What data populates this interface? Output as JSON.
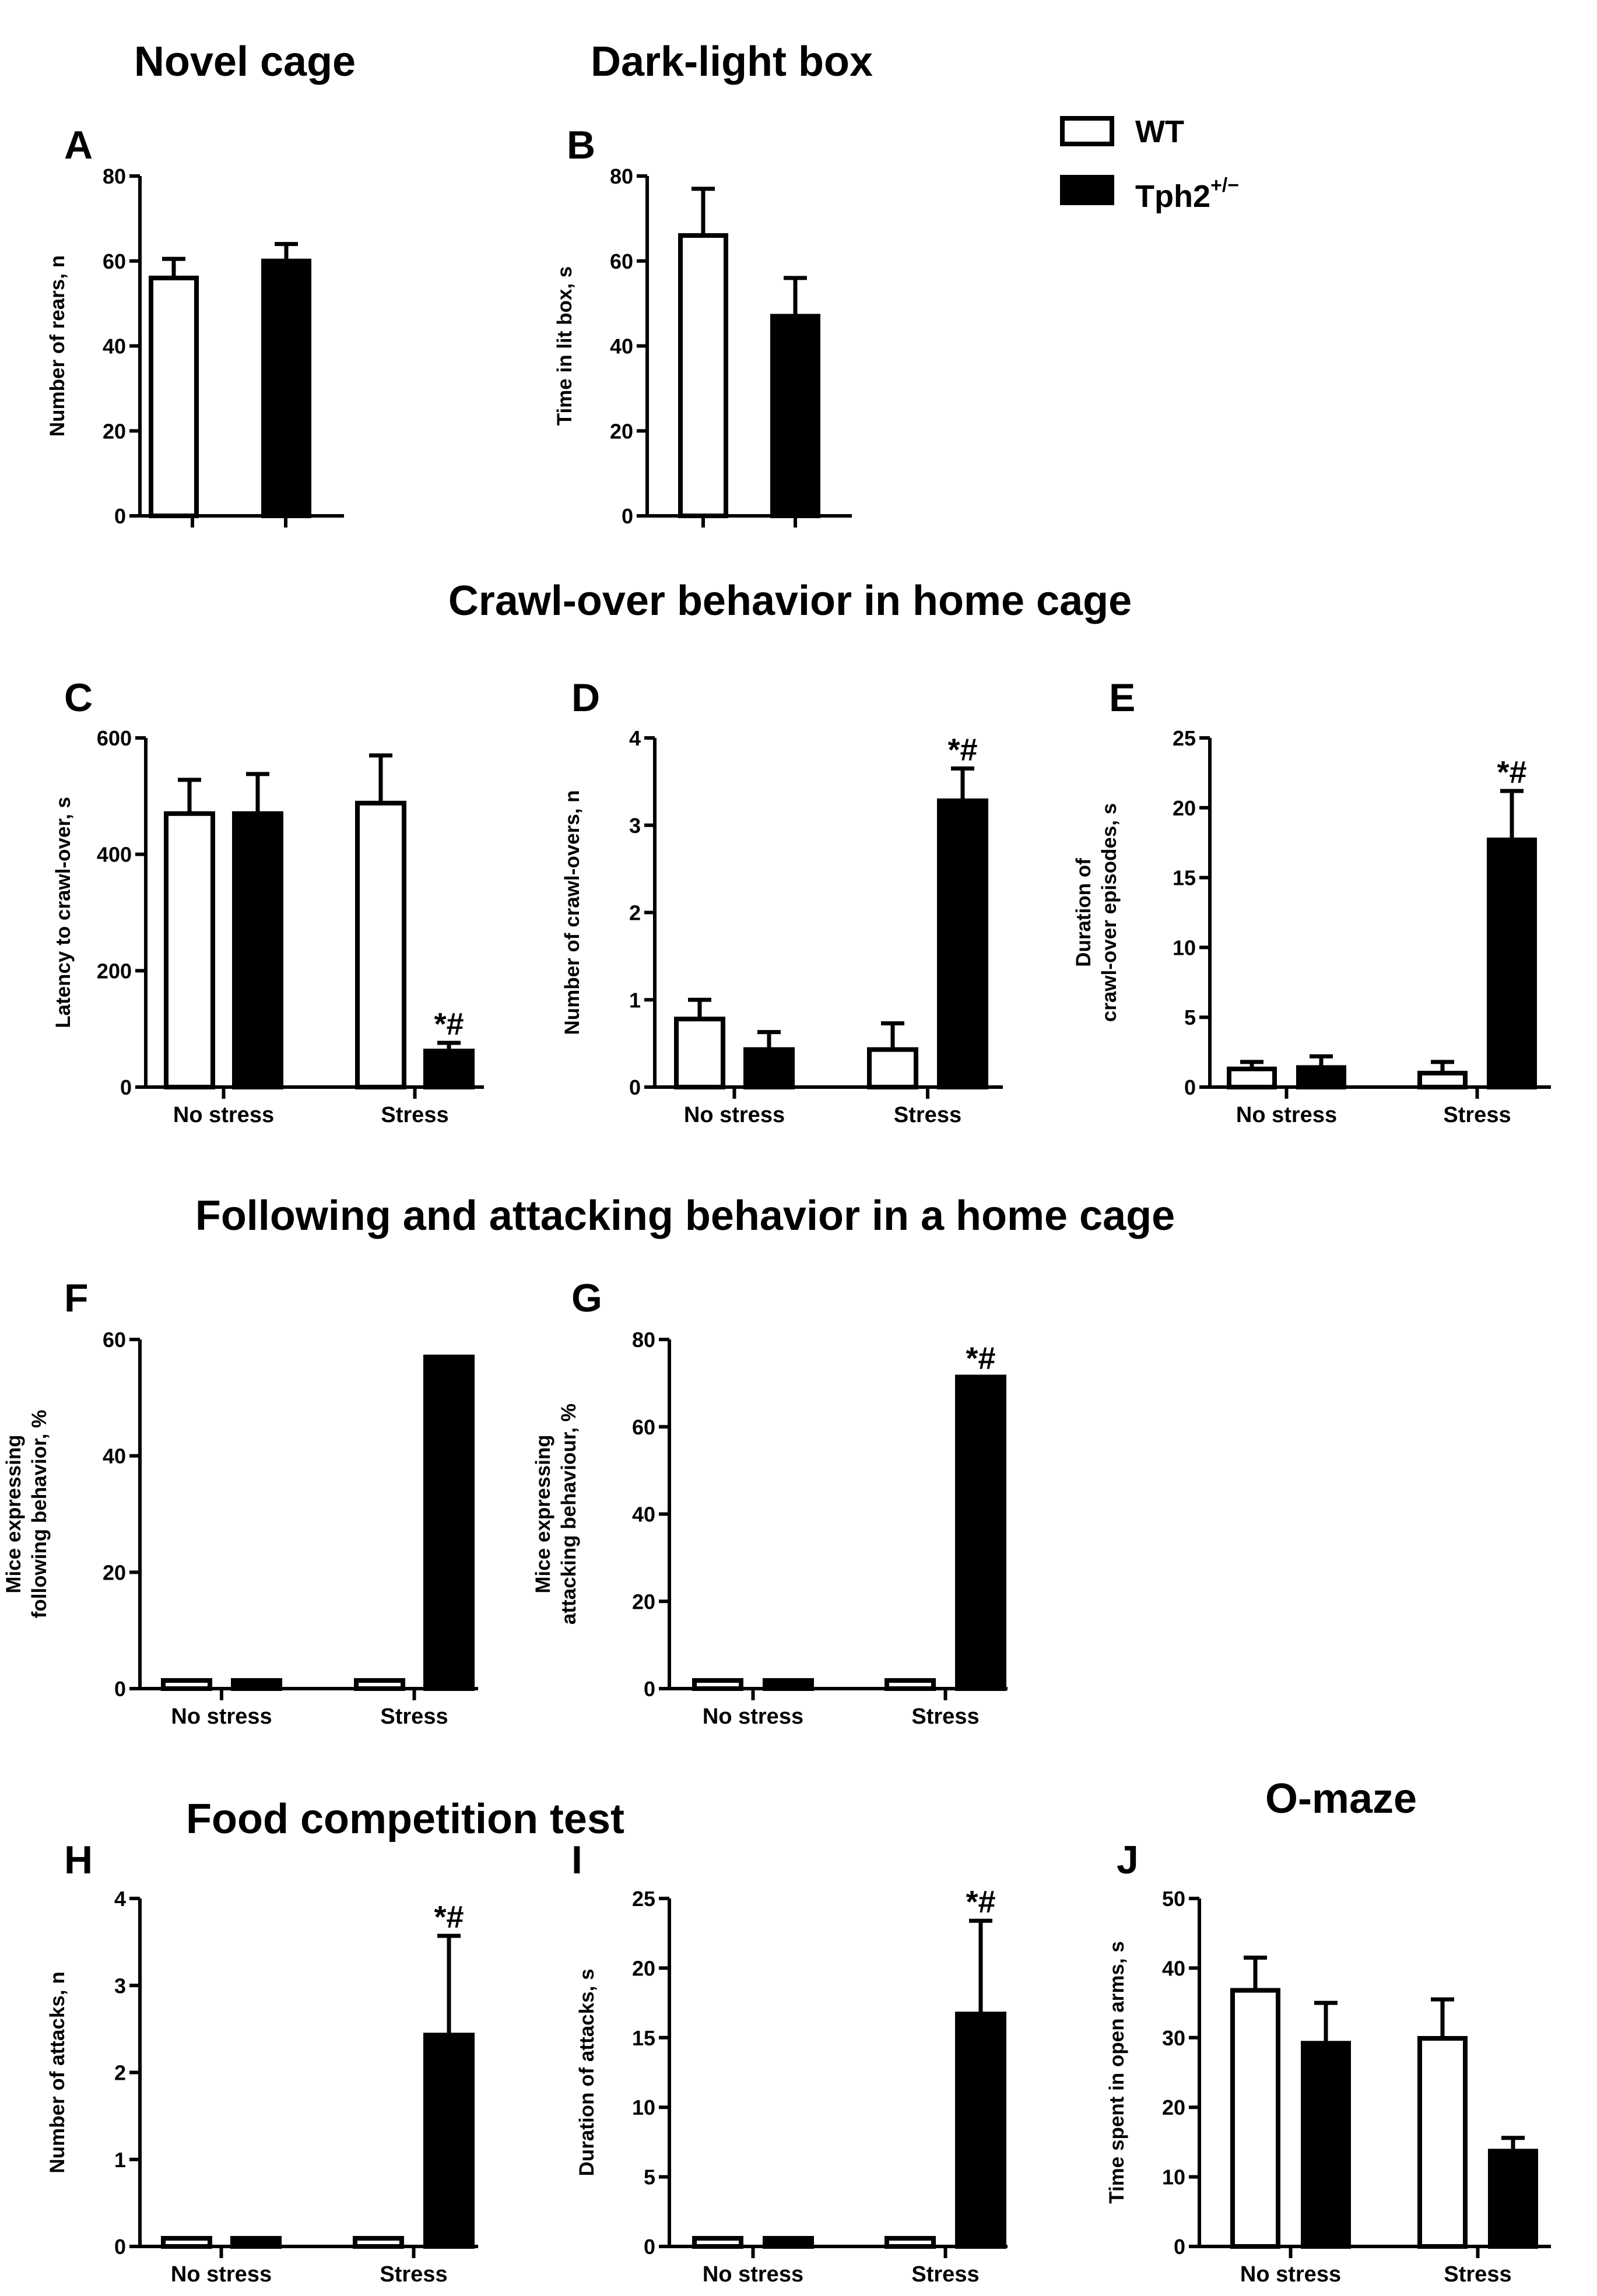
{
  "sections": {
    "novel_cage": "Novel cage",
    "dark_light": "Dark-light box",
    "crawl_over": "Crawl-over behavior in home cage",
    "following": "Following and attacking behavior in a home cage",
    "food": "Food competition test",
    "omaze": "O-maze"
  },
  "legend": {
    "items": [
      {
        "label": "WT",
        "sup": "",
        "color": "#ffffff"
      },
      {
        "label": "Tph2",
        "sup": "+/−",
        "color": "#000000"
      }
    ]
  },
  "chart_data": [
    {
      "id": "A",
      "type": "bar",
      "letter": "A",
      "ylabel": "Number of rears, n",
      "ylim": [
        0,
        80
      ],
      "yticks": [
        0,
        20,
        40,
        60,
        80
      ],
      "categories": [
        ""
      ],
      "series": [
        {
          "name": "WT",
          "values": [
            56
          ],
          "errors": [
            4.5
          ]
        },
        {
          "name": "Tph2+/−",
          "values": [
            60
          ],
          "errors": [
            4
          ]
        }
      ],
      "annotations": []
    },
    {
      "id": "B",
      "type": "bar",
      "letter": "B",
      "ylabel": "Time in lit box, s",
      "ylim": [
        0,
        80
      ],
      "yticks": [
        0,
        20,
        40,
        60,
        80
      ],
      "categories": [
        ""
      ],
      "series": [
        {
          "name": "WT",
          "values": [
            66
          ],
          "errors": [
            11
          ]
        },
        {
          "name": "Tph2+/−",
          "values": [
            47
          ],
          "errors": [
            9
          ]
        }
      ],
      "annotations": []
    },
    {
      "id": "C",
      "type": "bar",
      "letter": "C",
      "ylabel": "Latency to crawl-over, s",
      "ylim": [
        0,
        600
      ],
      "yticks": [
        0,
        200,
        400,
        600
      ],
      "categories": [
        "No stress",
        "Stress"
      ],
      "series": [
        {
          "name": "WT",
          "values": [
            470,
            488
          ],
          "errors": [
            58,
            82
          ]
        },
        {
          "name": "Tph2+/−",
          "values": [
            470,
            62
          ],
          "errors": [
            68,
            14
          ]
        }
      ],
      "annotations": [
        {
          "category": 1,
          "series": 1,
          "text": "*#"
        }
      ]
    },
    {
      "id": "D",
      "type": "bar",
      "letter": "D",
      "ylabel": "Number of crawl-overs, n",
      "ylim": [
        0,
        4
      ],
      "yticks": [
        0,
        1,
        2,
        3,
        4
      ],
      "categories": [
        "No stress",
        "Stress"
      ],
      "series": [
        {
          "name": "WT",
          "values": [
            0.78,
            0.43
          ],
          "errors": [
            0.22,
            0.3
          ]
        },
        {
          "name": "Tph2+/−",
          "values": [
            0.43,
            3.28
          ],
          "errors": [
            0.2,
            0.37
          ]
        }
      ],
      "annotations": [
        {
          "category": 1,
          "series": 1,
          "text": "*#"
        }
      ]
    },
    {
      "id": "E",
      "type": "bar",
      "letter": "E",
      "ylabel": [
        "Duration of",
        "crawl-over episodes, s"
      ],
      "ylim": [
        0,
        25
      ],
      "yticks": [
        0,
        5,
        10,
        15,
        20,
        25
      ],
      "categories": [
        "No stress",
        "Stress"
      ],
      "series": [
        {
          "name": "WT",
          "values": [
            1.3,
            1.0
          ],
          "errors": [
            0.5,
            0.8
          ]
        },
        {
          "name": "Tph2+/−",
          "values": [
            1.4,
            17.7
          ],
          "errors": [
            0.8,
            3.5
          ]
        }
      ],
      "annotations": [
        {
          "category": 1,
          "series": 1,
          "text": "*#"
        }
      ]
    },
    {
      "id": "F",
      "type": "bar",
      "letter": "F",
      "ylabel": [
        "Mice expressing",
        "following behavior, %"
      ],
      "ylim": [
        0,
        60
      ],
      "yticks": [
        0,
        20,
        40,
        60
      ],
      "categories": [
        "No stress",
        "Stress"
      ],
      "series": [
        {
          "name": "WT",
          "values": [
            0,
            0
          ],
          "errors": [
            0,
            0
          ]
        },
        {
          "name": "Tph2+/−",
          "values": [
            0,
            57
          ],
          "errors": [
            0,
            0
          ]
        }
      ],
      "annotations": []
    },
    {
      "id": "G",
      "type": "bar",
      "letter": "G",
      "ylabel": [
        "Mice expressing",
        "attacking behaviour, %"
      ],
      "ylim": [
        0,
        80
      ],
      "yticks": [
        0,
        20,
        40,
        60,
        80
      ],
      "categories": [
        "No stress",
        "Stress"
      ],
      "series": [
        {
          "name": "WT",
          "values": [
            0,
            0
          ],
          "errors": [
            0,
            0
          ]
        },
        {
          "name": "Tph2+/−",
          "values": [
            0,
            71.4
          ],
          "errors": [
            0,
            0
          ]
        }
      ],
      "annotations": [
        {
          "category": 1,
          "series": 1,
          "text": "*#"
        }
      ]
    },
    {
      "id": "H",
      "type": "bar",
      "letter": "H",
      "ylabel": "Number of attacks, n",
      "ylim": [
        0,
        4
      ],
      "yticks": [
        0,
        1,
        2,
        3,
        4
      ],
      "categories": [
        "No stress",
        "Stress"
      ],
      "series": [
        {
          "name": "WT",
          "values": [
            0,
            0
          ],
          "errors": [
            0,
            0
          ]
        },
        {
          "name": "Tph2+/−",
          "values": [
            0,
            2.43
          ],
          "errors": [
            0,
            1.14
          ]
        }
      ],
      "annotations": [
        {
          "category": 1,
          "series": 1,
          "text": "*#"
        }
      ]
    },
    {
      "id": "I",
      "type": "bar",
      "letter": "I",
      "ylabel": "Duration of attacks, s",
      "ylim": [
        0,
        25
      ],
      "yticks": [
        0,
        5,
        10,
        15,
        20,
        25
      ],
      "categories": [
        "No stress",
        "Stress"
      ],
      "series": [
        {
          "name": "WT",
          "values": [
            0,
            0
          ],
          "errors": [
            0,
            0
          ]
        },
        {
          "name": "Tph2+/−",
          "values": [
            0,
            16.7
          ],
          "errors": [
            0,
            6.7
          ]
        }
      ],
      "annotations": [
        {
          "category": 1,
          "series": 1,
          "text": "*#"
        }
      ]
    },
    {
      "id": "J",
      "type": "bar",
      "letter": "J",
      "ylabel": "Time spent in open arms, s",
      "ylim": [
        0,
        50
      ],
      "yticks": [
        0,
        10,
        20,
        30,
        40,
        50
      ],
      "categories": [
        "No stress",
        "Stress"
      ],
      "series": [
        {
          "name": "WT",
          "values": [
            36.8,
            29.9
          ],
          "errors": [
            4.7,
            5.6
          ]
        },
        {
          "name": "Tph2+/−",
          "values": [
            29.2,
            13.7
          ],
          "errors": [
            5.8,
            1.9
          ]
        }
      ],
      "annotations": []
    }
  ]
}
